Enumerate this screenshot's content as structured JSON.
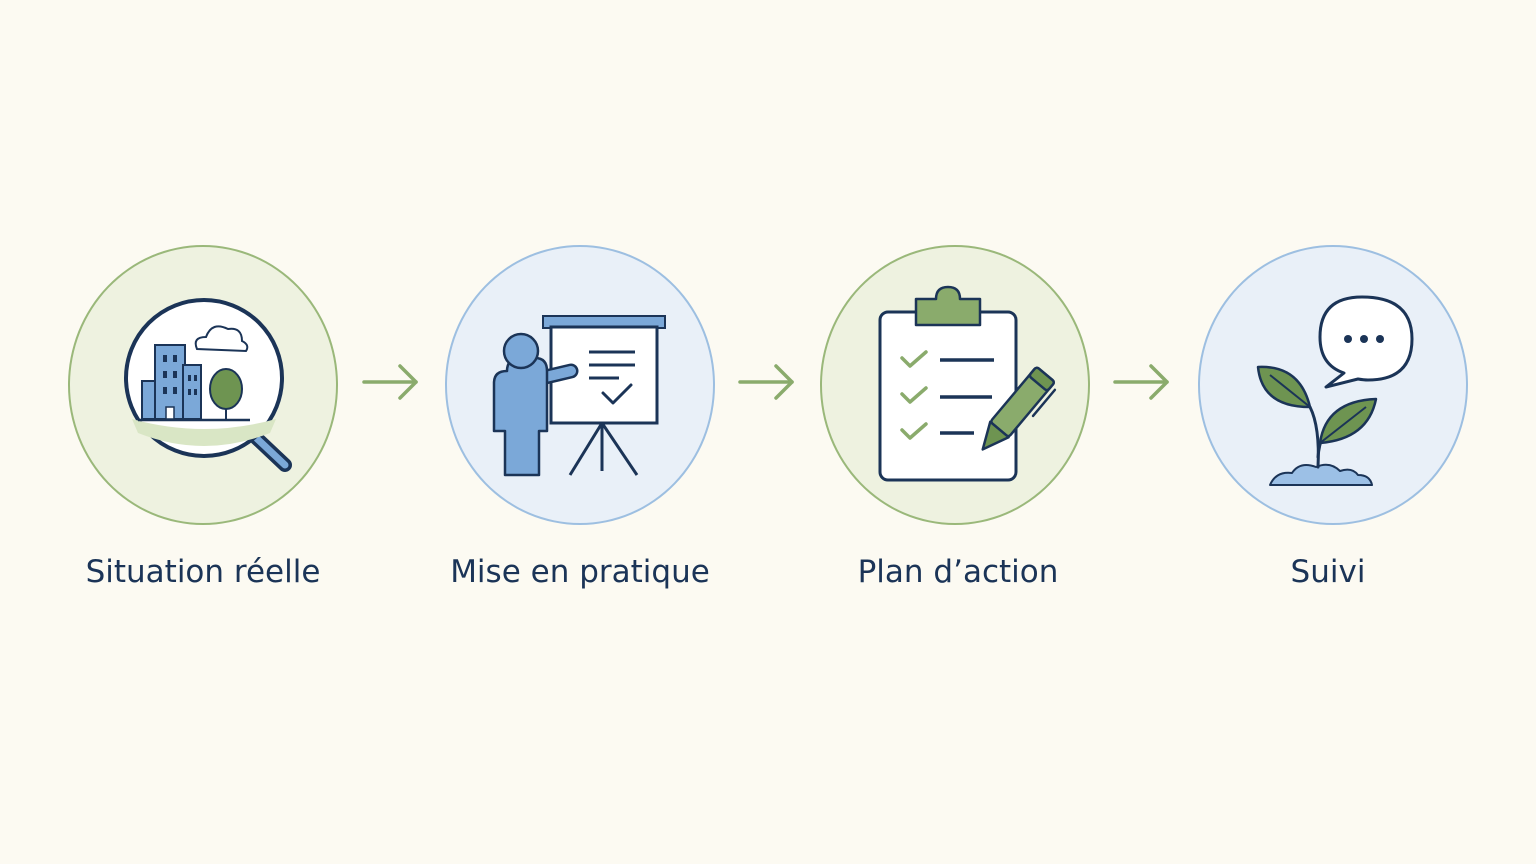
{
  "colors": {
    "background": "#fcfaf2",
    "navy": "#1b3457",
    "green": "#6e9451",
    "green_light": "#eef2e0",
    "blue": "#7ba8d8",
    "blue_light": "#e9f0f8"
  },
  "steps": [
    {
      "label": "Situation réelle",
      "icon": "magnifier-city-icon"
    },
    {
      "label": "Mise en pratique",
      "icon": "presenter-whiteboard-icon"
    },
    {
      "label": "Plan d’action",
      "icon": "clipboard-checklist-pencil-icon"
    },
    {
      "label": "Suivi",
      "icon": "sprout-speech-bubble-icon"
    }
  ]
}
